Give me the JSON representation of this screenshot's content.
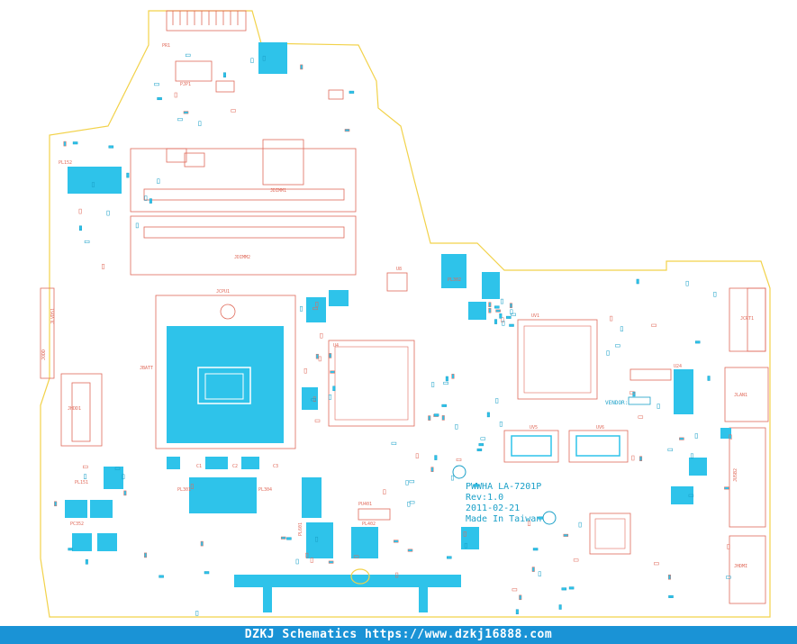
{
  "board": {
    "model": "PWWHA LA-7201P",
    "rev": "Rev:1.0",
    "date": "2011-02-21",
    "made_in": "Made In Taiwan",
    "vendor_label": "VENDOR:"
  },
  "footer": {
    "text": "DZKJ Schematics https://www.dzkj16888.com"
  },
  "labels": {
    "cpu": "JCPU1",
    "ddr_top": "JDIMM1",
    "ddr_bottom": "JDIMM2",
    "pch": "U4",
    "vga": "UV1",
    "mem_a": "UV5",
    "mem_b": "UV6",
    "lan": "U24",
    "pl301": "PL301",
    "pl304": "PL304",
    "pl302": "PL302",
    "pl402": "PL402",
    "pl151": "PL151",
    "pl152": "PL152",
    "pc352": "PC352",
    "pu401": "PU401",
    "pl601": "PL601",
    "pr1": "PJP1",
    "pjp1": "PR1",
    "c1": "C1",
    "c2": "C2",
    "c3": "C3",
    "u8": "U8",
    "jusb": "JUSB2",
    "jlan": "JLAN1",
    "jhdmi": "JHDMI",
    "jcrt": "JCRT1",
    "jodd": "JODD",
    "jhdd": "JHDD1",
    "jlvds": "JLVDS1",
    "jbatt": "JBATT"
  }
}
